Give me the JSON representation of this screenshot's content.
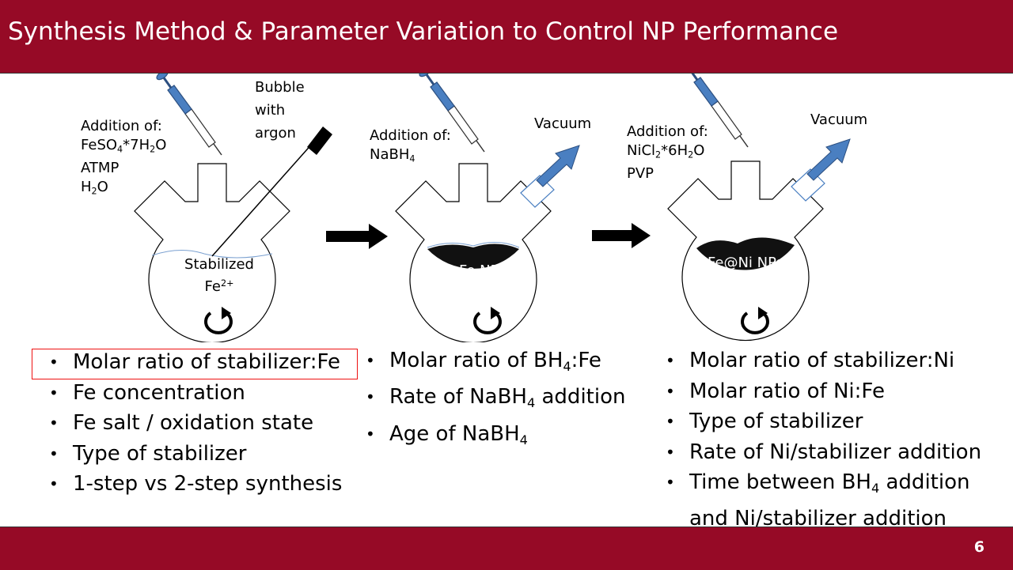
{
  "title": "Synthesis Method & Parameter Variation to Control NP Performance",
  "page_number": "6",
  "colors": {
    "brand": "#960a26",
    "highlight": "#e11",
    "syringe": "#4a7fc1",
    "arrow_blue": "#4a7fc1"
  },
  "step1": {
    "addition_heading": "Addition of:",
    "addition_items": [
      {
        "text": "FeSO",
        "sub": "4",
        "rest": "*7H",
        "sub2": "2",
        "rest2": "O"
      },
      {
        "text": "ATMP",
        "sub": "",
        "rest": "",
        "sub2": "",
        "rest2": ""
      },
      {
        "text": "H",
        "sub": "2",
        "rest": "O",
        "sub2": "",
        "rest2": ""
      }
    ],
    "bubble_label": [
      "Bubble",
      "with",
      "argon"
    ],
    "flask_label_line1": "Stabilized",
    "flask_label_line2": "Fe",
    "flask_label_sup": "2+",
    "bullets": [
      {
        "text": "Molar ratio of stabilizer:Fe"
      },
      {
        "text": "Fe concentration"
      },
      {
        "text": "Fe salt / oxidation state"
      },
      {
        "text": "Type of stabilizer"
      },
      {
        "text": "1-step vs 2-step synthesis"
      }
    ]
  },
  "step2": {
    "addition_heading": "Addition of:",
    "reagent_base": "NaBH",
    "reagent_sub": "4",
    "vacuum_label": "Vacuum",
    "flask_label": "Fe NPs",
    "bullets": [
      {
        "text": "Molar ratio of BH",
        "sub": "4",
        "rest": ":Fe"
      },
      {
        "text": "Rate of NaBH",
        "sub": "4",
        "rest": " addition"
      },
      {
        "text": "Age of NaBH",
        "sub": "4",
        "rest": ""
      }
    ]
  },
  "step3": {
    "addition_heading": "Addition of:",
    "addition_items": [
      {
        "text": "NiCl",
        "sub": "2",
        "rest": "*6H",
        "sub2": "2",
        "rest2": "O"
      },
      {
        "text": "PVP",
        "sub": "",
        "rest": "",
        "sub2": "",
        "rest2": ""
      }
    ],
    "vacuum_label": "Vacuum",
    "flask_label": "Fe@Ni NPs",
    "bullets": [
      {
        "text": "Molar ratio of stabilizer:Ni",
        "sub": "",
        "rest": ""
      },
      {
        "text": "Molar ratio of Ni:Fe",
        "sub": "",
        "rest": ""
      },
      {
        "text": "Type of stabilizer",
        "sub": "",
        "rest": ""
      },
      {
        "text": "Rate of Ni/stabilizer addition",
        "sub": "",
        "rest": ""
      },
      {
        "text": "Time between BH",
        "sub": "4",
        "rest": " addition"
      },
      {
        "text": "and Ni/stabilizer addition",
        "sub": "",
        "rest": "",
        "continuation": true
      }
    ]
  }
}
